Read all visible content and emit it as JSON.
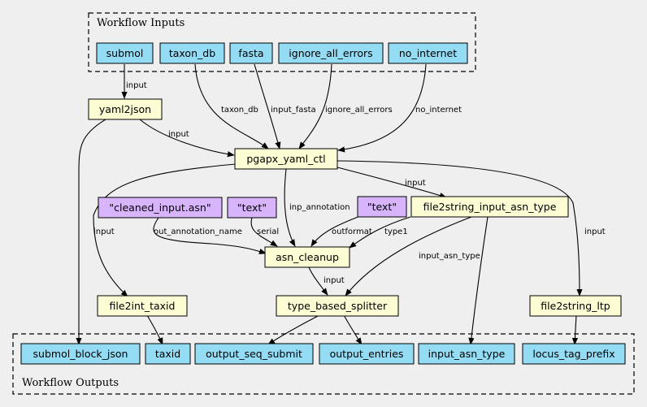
{
  "colors": {
    "background": "#efefef",
    "input": "#94dcf4",
    "step": "#fdfdd4",
    "literal": "#d8b4fc",
    "output": "#94dcf4"
  },
  "clusters": {
    "inputs": "Workflow Inputs",
    "outputs": "Workflow Outputs"
  },
  "nodes": {
    "in_submol": "submol",
    "in_taxon_db": "taxon_db",
    "in_fasta": "fasta",
    "in_ignore_all_errors": "ignore_all_errors",
    "in_no_internet": "no_internet",
    "yaml2json": "yaml2json",
    "pgapx_yaml_ctl": "pgapx_yaml_ctl",
    "lit_cleaned": "\"cleaned_input.asn\"",
    "lit_text1": "\"text\"",
    "lit_text2": "\"text\"",
    "file2string_input_asn_type": "file2string_input_asn_type",
    "asn_cleanup": "asn_cleanup",
    "file2int_taxid": "file2int_taxid",
    "type_based_splitter": "type_based_splitter",
    "file2string_ltp": "file2string_ltp",
    "out_submol_block_json": "submol_block_json",
    "out_taxid": "taxid",
    "out_output_seq_submit": "output_seq_submit",
    "out_output_entries": "output_entries",
    "out_input_asn_type": "input_asn_type",
    "out_locus_tag_prefix": "locus_tag_prefix"
  },
  "edges": {
    "submol_yaml2json": "input",
    "taxon_db_pgapx": "taxon_db",
    "fasta_pgapx": "input_fasta",
    "ignore_pgapx": "ignore_all_errors",
    "nointernet_pgapx": "no_internet",
    "yaml2json_pgapx": "input",
    "yaml2json_submolout": "",
    "pgapx_f2sasn": "input",
    "pgapx_asncleanup": "inp_annotation",
    "pgapx_f2int": "input",
    "pgapx_f2sltp": "input",
    "cleaned_asncleanup": "out_annotation_name",
    "text1_asncleanup": "serial",
    "text2_asncleanup": "outformat",
    "f2sasn_asncleanup": "type1",
    "f2sasn_splitter": "input_asn_type",
    "f2sasn_outasn": "",
    "asncleanup_splitter": "input",
    "f2int_taxid": "",
    "splitter_seqsubmit": "",
    "splitter_entries": "",
    "f2sltp_ltp": ""
  }
}
